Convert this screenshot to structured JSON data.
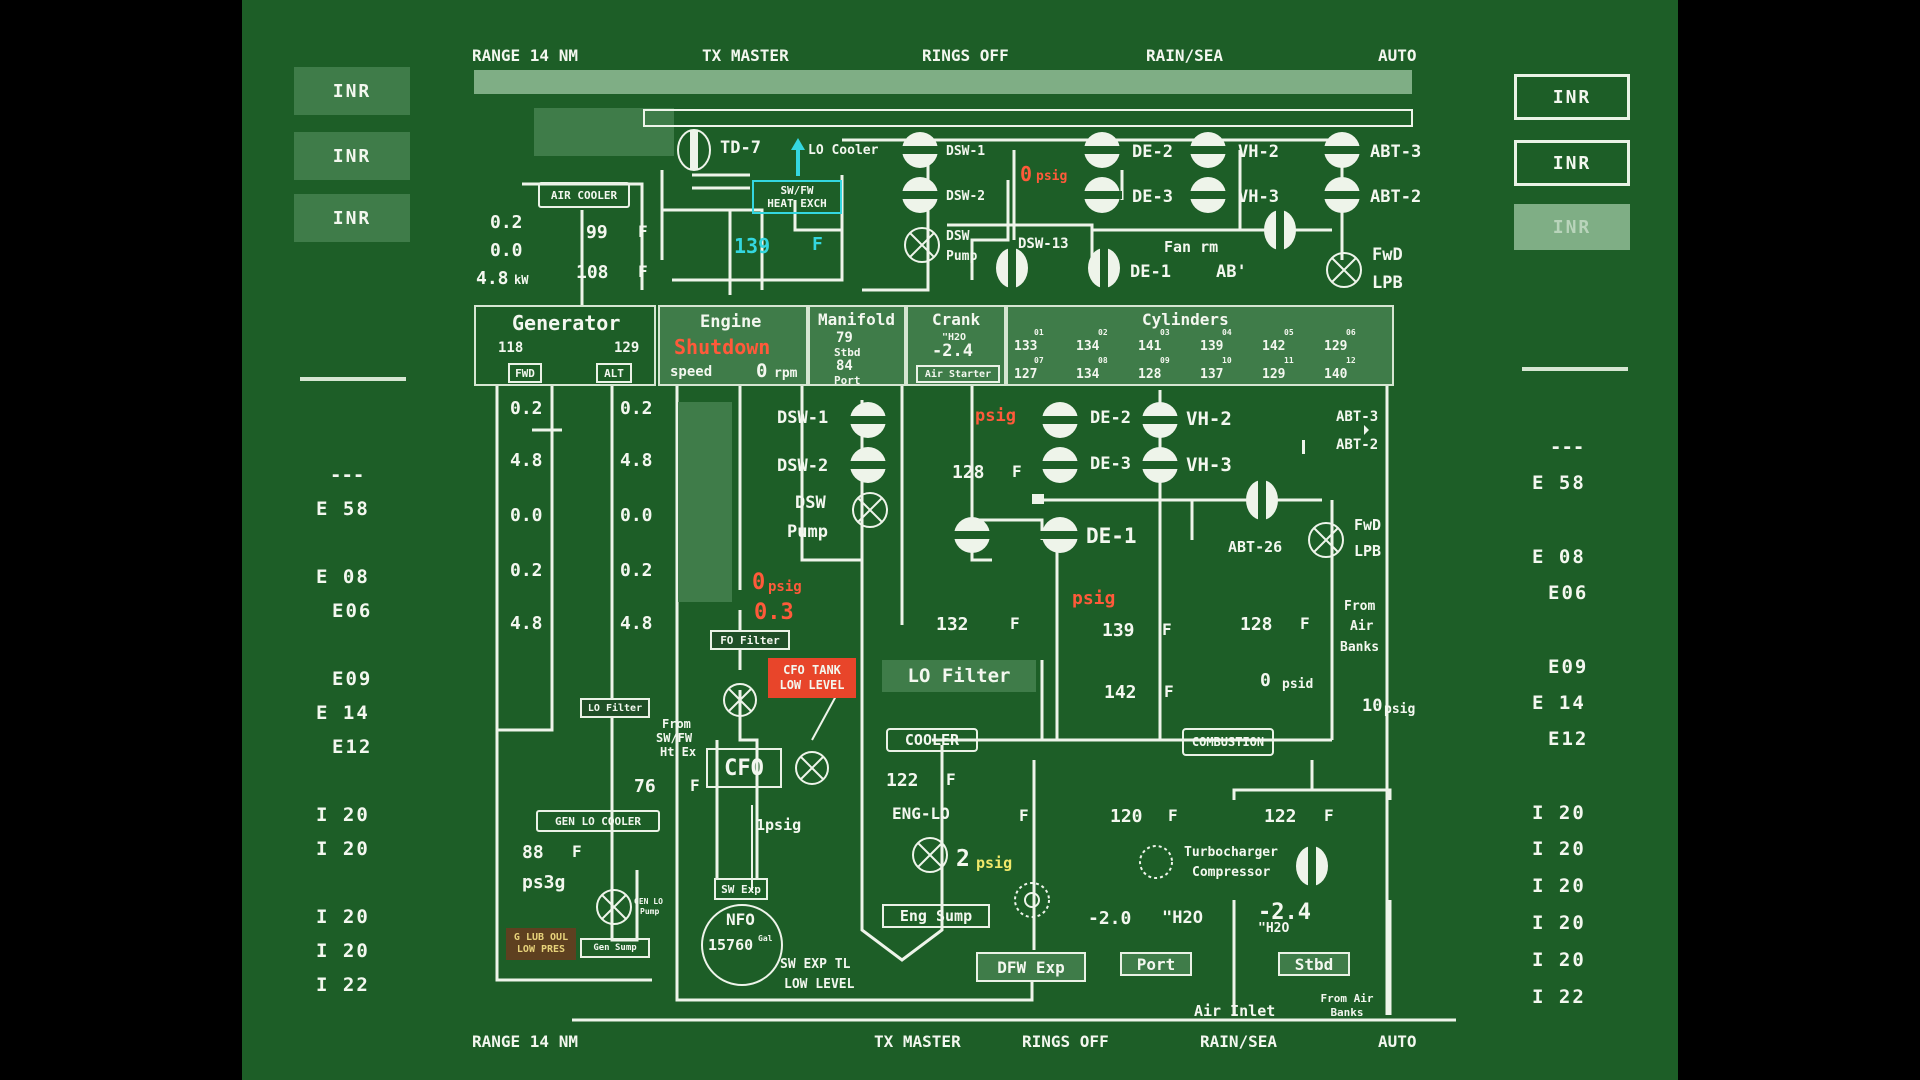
{
  "status_top": {
    "range": "RANGE 14 NM",
    "tx": "TX MASTER",
    "rings": "RINGS OFF",
    "rain": "RAIN/SEA",
    "auto": "AUTO"
  },
  "status_bottom": {
    "range": "RANGE 14 NM",
    "tx": "TX MASTER",
    "rings": "RINGS OFF",
    "rain": "RAIN/SEA",
    "auto": "AUTO"
  },
  "left_buttons": [
    "INR",
    "INR",
    "INR"
  ],
  "right_buttons": [
    "INR",
    "INR",
    "INR"
  ],
  "left_codes": [
    "---",
    "E 58",
    "E 08",
    "E06",
    "E09",
    "E 14",
    "E12",
    "I 20",
    "I 20",
    "I 20",
    "I 20",
    "I 22"
  ],
  "right_codes": [
    "---",
    "E 58",
    "E 08",
    "E06",
    "E09",
    "E 14",
    "E12",
    "I 20",
    "I 20",
    "I 20",
    "I 20",
    "I 20",
    "I 22"
  ],
  "upper": {
    "td7": "TD-7",
    "lo_cooler": "LO Cooler",
    "air_cooler": "AIR COOLER",
    "heat_exch_1": "SW/FW",
    "heat_exch_2": "HEAT EXCH",
    "gen_vals": [
      "0.2",
      "0.0",
      "4.8"
    ],
    "gen_unit": "kW",
    "temp_99": "99",
    "temp_108": "108",
    "temp_139": "139",
    "deg_f": "F",
    "dsw1": "DSW-1",
    "dsw2": "DSW-2",
    "dsw_pump_1": "DSW",
    "dsw_pump_2": "Pump",
    "psig_val": "0",
    "psig_unit": "psig",
    "de2": "DE-2",
    "de3": "DE-3",
    "vh2": "VH-2",
    "vh3": "VH-3",
    "abt3": "ABT-3",
    "abt2": "ABT-2",
    "dsw13": "DSW-13",
    "de1": "DE-1",
    "fan_rm": "Fan rm",
    "ab": "AB'",
    "fwd": "FwD",
    "lpb": "LPB"
  },
  "generator": {
    "title": "Generator",
    "t1": "118",
    "t2": "129",
    "fwd": "FWD",
    "alt": "ALT"
  },
  "engine": {
    "title": "Engine",
    "status": "Shutdown",
    "speed_label": "speed",
    "speed": "0",
    "rpm": "rpm"
  },
  "manifold": {
    "title": "Manifold",
    "stbd": "79",
    "stbd_label": "Stbd",
    "port": "84",
    "port_label": "Port"
  },
  "crank": {
    "title": "Crank",
    "unit": "\"H2O",
    "value": "-2.4",
    "air_starter": "Air Starter"
  },
  "cylinders": {
    "title": "Cylinders",
    "row1": [
      {
        "n": "01",
        "v": "133"
      },
      {
        "n": "02",
        "v": "134"
      },
      {
        "n": "03",
        "v": "141"
      },
      {
        "n": "04",
        "v": "139"
      },
      {
        "n": "05",
        "v": "142"
      },
      {
        "n": "06",
        "v": "129"
      }
    ],
    "row2": [
      {
        "n": "07",
        "v": "127"
      },
      {
        "n": "08",
        "v": "134"
      },
      {
        "n": "09",
        "v": "128"
      },
      {
        "n": "10",
        "v": "137"
      },
      {
        "n": "11",
        "v": "129"
      },
      {
        "n": "12",
        "v": "140"
      }
    ]
  },
  "lower": {
    "col1": [
      "0.2",
      "4.8",
      "0.0",
      "0.2",
      "4.8"
    ],
    "col2": [
      "0.2",
      "4.8",
      "0.0",
      "0.2",
      "4.8"
    ],
    "dsw1": "DSW-1",
    "dsw2": "DSW-2",
    "dsw_pump_1": "DSW",
    "dsw_pump_2": "Pump",
    "psig_red": "psig",
    "de2": "DE-2",
    "de3": "DE-3",
    "vh2": "VH-2",
    "vh3": "VH-3",
    "abt3": "ABT-3",
    "abt2": "ABT-2",
    "abt26": "ABT-26",
    "de1": "DE-1",
    "fwd": "FwD",
    "lpb": "LPB",
    "t128a": "128",
    "deg_f": "F",
    "psig_zero": "0",
    "psig_zero_unit": "psig",
    "value_03": "0.3",
    "fo_filter": "FO Filter",
    "cfo_tank_1": "CFO TANK",
    "cfo_tank_2": "LOW LEVEL",
    "t132": "132",
    "lo_filter_big": "LO Filter",
    "psig_red2": "psig",
    "t139": "139",
    "t128b": "128",
    "t142": "142",
    "psid_val": "0",
    "psid_unit": "psid",
    "from_air_1": "From",
    "from_air_2": "Air",
    "from_air_3": "Banks",
    "psig10": "10",
    "psig10_unit": "psig",
    "lo_filter_small": "LO Filter",
    "from_swfw_1": "From",
    "from_swfw_2": "SW/FW",
    "from_swfw_3": "Ht Ex",
    "t76": "76",
    "cfo": "CFO",
    "psig1": "1psig",
    "gen_lo_cooler": "GEN LO COOLER",
    "t88": "88",
    "ps3g": "ps3g",
    "gen_lo_pump_1": "GEN LO",
    "gen_lo_pump_2": "Pump",
    "lub_1": "G LUB OUL",
    "lub_2": "LOW PRES",
    "gen_sump": "Gen Sump",
    "sw_exp": "SW Exp",
    "nfo": "NFO",
    "nfo_val": "15760",
    "nfo_unit": "Gal",
    "sw_exp_tl_1": "SW EXP TL",
    "sw_exp_tl_2": "LOW LEVEL",
    "cooler": "COOLER",
    "combustion": "COMBUSTION",
    "t122a": "122",
    "eng_lo": "ENG-LO",
    "psig2": "2",
    "psig2_unit": "psig",
    "eng_sump": "Eng Sump",
    "dfw_exp": "DFW Exp",
    "t120": "120",
    "t122b": "122",
    "turbo_1": "Turbocharger",
    "turbo_2": "Compressor",
    "h2o_a": "-2.0",
    "h2o_a_unit": "\"H2O",
    "h2o_b": "-2.4",
    "h2o_b_unit": "\"H2O",
    "port": "Port",
    "stbd": "Stbd",
    "air_inlet": "Air Inlet",
    "from_air_banks": "From Air Banks"
  },
  "colors": {
    "background": "#1d5e27",
    "line": "#f3f7ef",
    "alarm": "#ff5a3a",
    "accent": "#34d7e0",
    "warn": "#f0e86a"
  }
}
